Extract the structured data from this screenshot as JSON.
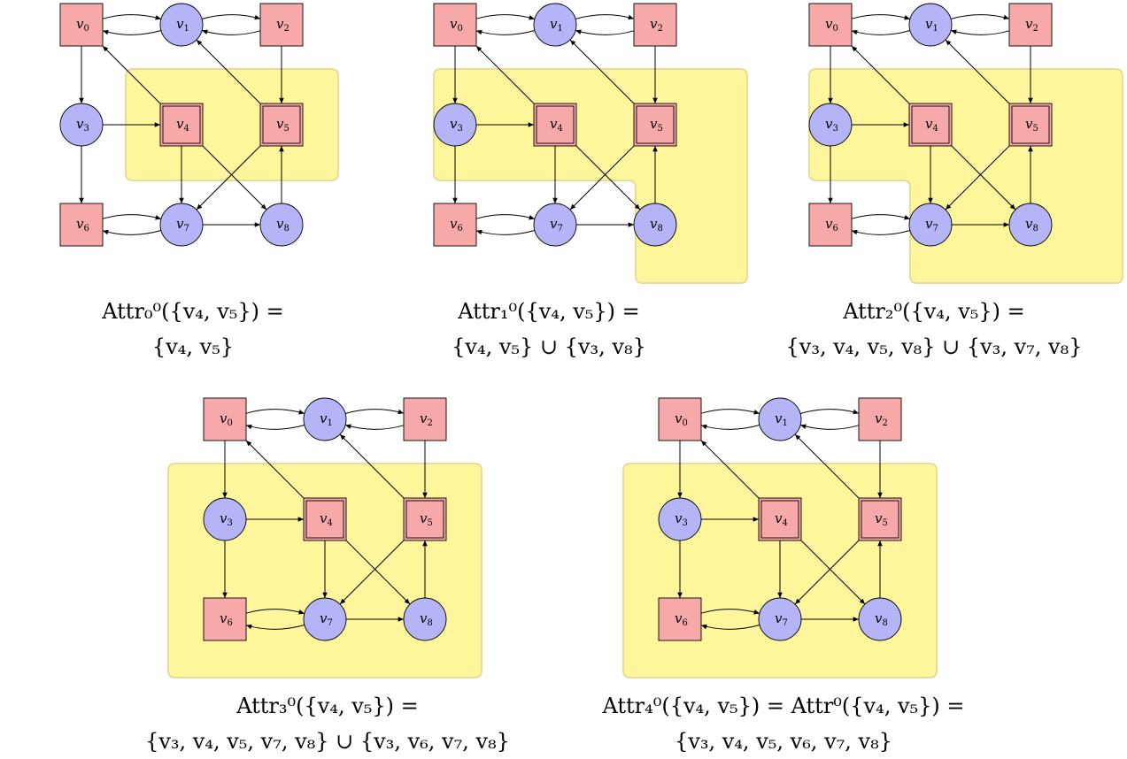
{
  "nodes": [
    {
      "id": "v0",
      "name": "v",
      "sub": "0",
      "shape": "square",
      "double": false
    },
    {
      "id": "v1",
      "name": "v",
      "sub": "1",
      "shape": "circle",
      "double": false
    },
    {
      "id": "v2",
      "name": "v",
      "sub": "2",
      "shape": "square",
      "double": false
    },
    {
      "id": "v3",
      "name": "v",
      "sub": "3",
      "shape": "circle",
      "double": false
    },
    {
      "id": "v4",
      "name": "v",
      "sub": "4",
      "shape": "square",
      "double": true
    },
    {
      "id": "v5",
      "name": "v",
      "sub": "5",
      "shape": "square",
      "double": true
    },
    {
      "id": "v6",
      "name": "v",
      "sub": "6",
      "shape": "square",
      "double": false
    },
    {
      "id": "v7",
      "name": "v",
      "sub": "7",
      "shape": "circle",
      "double": false
    },
    {
      "id": "v8",
      "name": "v",
      "sub": "8",
      "shape": "circle",
      "double": false
    }
  ],
  "edges": [
    [
      "v0",
      "v1"
    ],
    [
      "v1",
      "v0"
    ],
    [
      "v1",
      "v2"
    ],
    [
      "v2",
      "v1"
    ],
    [
      "v0",
      "v3"
    ],
    [
      "v2",
      "v5"
    ],
    [
      "v3",
      "v4"
    ],
    [
      "v3",
      "v6"
    ],
    [
      "v4",
      "v0"
    ],
    [
      "v5",
      "v1"
    ],
    [
      "v4",
      "v7"
    ],
    [
      "v4",
      "v8"
    ],
    [
      "v5",
      "v7"
    ],
    [
      "v8",
      "v5"
    ],
    [
      "v6",
      "v7"
    ],
    [
      "v7",
      "v6"
    ],
    [
      "v7",
      "v8"
    ]
  ],
  "colors": {
    "player0_square": "#f7a9a9",
    "player1_circle": "#b4b4f6",
    "attractor_region": "#fff59a"
  },
  "panels": [
    {
      "id": "attr0",
      "region": [
        "v4",
        "v5"
      ],
      "caption": [
        "Attr₀⁰({v₄, v₅}) =",
        "{v₄, v₅}"
      ]
    },
    {
      "id": "attr1",
      "region": [
        "v3",
        "v4",
        "v5",
        "v8"
      ],
      "caption": [
        "Attr₁⁰({v₄, v₅}) =",
        "{v₄, v₅} ∪ {v₃, v₈}"
      ]
    },
    {
      "id": "attr2",
      "region": [
        "v3",
        "v4",
        "v5",
        "v7",
        "v8"
      ],
      "caption": [
        "Attr₂⁰({v₄, v₅}) =",
        "{v₃, v₄, v₅, v₈} ∪ {v₃, v₇, v₈}"
      ]
    },
    {
      "id": "attr3",
      "region": [
        "v3",
        "v4",
        "v5",
        "v6",
        "v7",
        "v8"
      ],
      "caption": [
        "Attr₃⁰({v₄, v₅}) =",
        "{v₃, v₄, v₅, v₇, v₈} ∪ {v₃, v₆, v₇, v₈}"
      ]
    },
    {
      "id": "attr4",
      "region": [
        "v3",
        "v4",
        "v5",
        "v6",
        "v7",
        "v8"
      ],
      "caption": [
        "Attr₄⁰({v₄, v₅}) = Attr⁰({v₄, v₅}) =",
        "{v₃, v₄, v₅, v₆, v₇, v₈}"
      ]
    }
  ]
}
